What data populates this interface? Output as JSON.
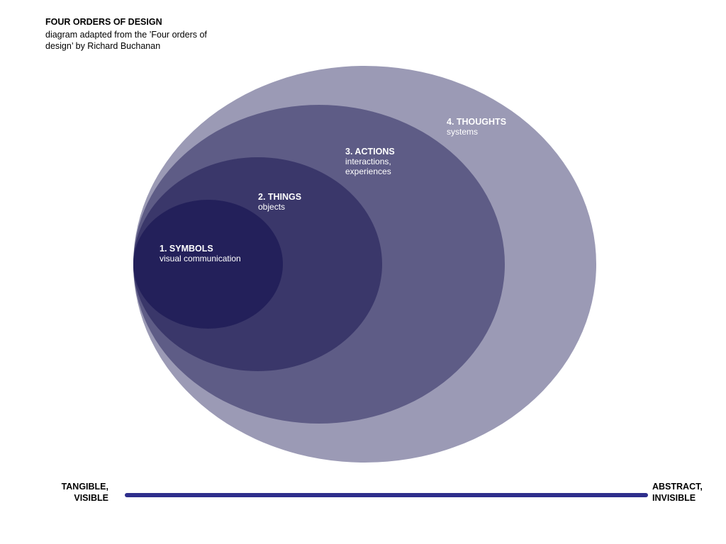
{
  "header": {
    "title": "FOUR ORDERS OF DESIGN",
    "subtitle": "diagram adapted from the ’Four orders of design’ by Richard Buchanan"
  },
  "orders": [
    {
      "title": "1. SYMBOLS",
      "desc": "visual communication",
      "color": "#23205a"
    },
    {
      "title": "2. THINGS",
      "desc": "objects",
      "color": "#3a376a"
    },
    {
      "title": "3. ACTIONS",
      "desc": "interactions, experiences",
      "color": "#5e5c86"
    },
    {
      "title": "4. THOUGHTS",
      "desc": "systems",
      "color": "#9b9ab5"
    }
  ],
  "axis": {
    "left_label_1": "TANGIBLE,",
    "left_label_2": "VISIBLE",
    "right_label_1": "ABSTRACT,",
    "right_label_2": "INVISIBLE",
    "color": "#2e2e8c"
  }
}
